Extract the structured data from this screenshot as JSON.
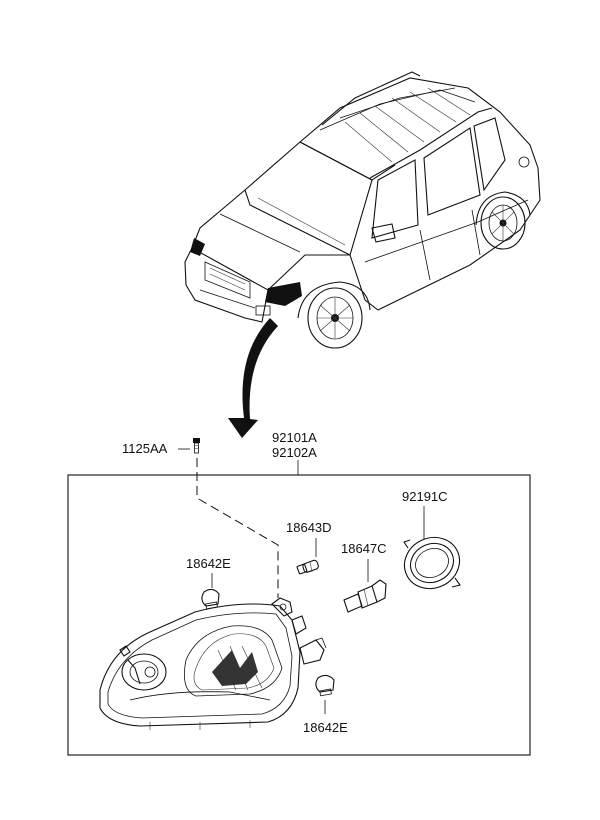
{
  "parts": {
    "bolt": "1125AA",
    "assembly_left": "92101A",
    "assembly_right": "92102A",
    "socket_cover": "92191C",
    "bulb_small": "18643D",
    "bulb_main": "18647C",
    "bulb_side_upper": "18642E",
    "bulb_side_lower": "18642E"
  }
}
